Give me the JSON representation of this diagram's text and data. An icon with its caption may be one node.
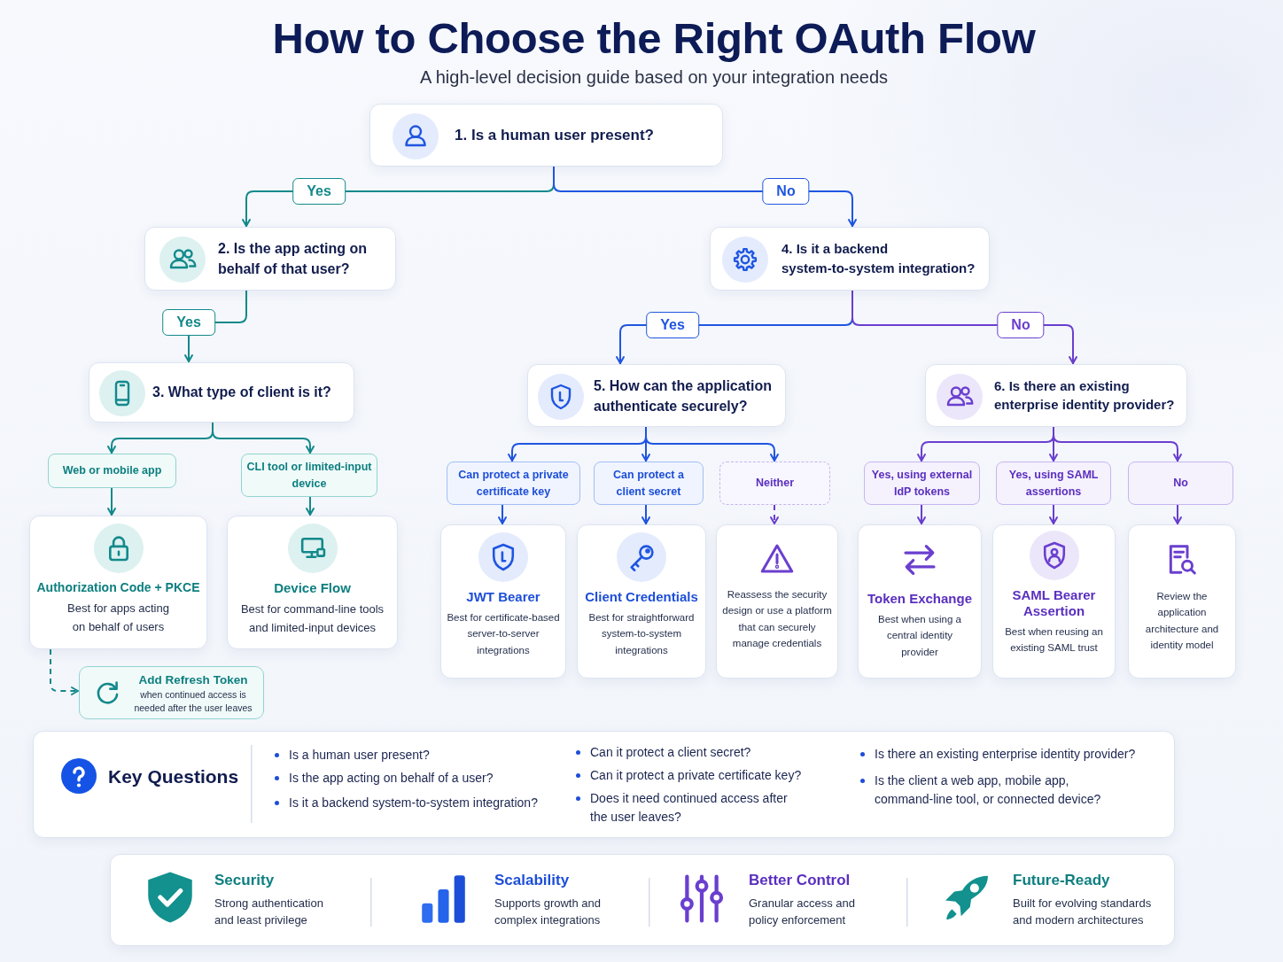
{
  "diagram": {
    "title": "How to Choose the Right OAuth Flow",
    "nodes": [
      {
        "text": [
          "1. Is a human user present?"
        ]
      },
      {
        "text": [
          "2. Is the app acting on behalf of that user?"
        ]
      },
      {
        "text": [
          "4. Is it a backend system-to-system integration?"
        ]
      },
      {
        "text": [
          "3. What type of client is it?"
        ]
      },
      {
        "text": [
          "5. How can the application authenticate securely?"
        ]
      },
      {
        "text": [
          "6. Is there an existing enterprise identity provider?"
        ]
      },
      {
        "text": [
          "Web or mobile app"
        ]
      },
      {
        "text": [
          "CLI tool or limited-input device"
        ]
      },
      {
        "text": [
          "Can protect a private certificate key"
        ]
      },
      {
        "text": [
          "Can protect a client secret"
        ]
      },
      {
        "text": [
          "Neither"
        ]
      },
      {
        "text": [
          "Yes, using external IdP tokens"
        ]
      },
      {
        "text": [
          "Yes, using SAML assertions"
        ]
      },
      {
        "text": [
          "No"
        ]
      },
      {
        "text": [
          "Authorization Code + PKCE",
          "Best for apps acting on behalf of users"
        ]
      },
      {
        "text": [
          "Device Flow",
          "Best for command-line tools and limited-input devices"
        ]
      },
      {
        "text": [
          "JWT Bearer",
          "Best for certificate-based server-to-server integrations"
        ]
      },
      {
        "text": [
          "Client Credentials",
          "Best for straightforward system-to-system integrations"
        ]
      },
      {
        "text": [
          "Reassess the security design or use a platform that can securely manage credentials"
        ]
      },
      {
        "text": [
          "Token Exchange",
          "Best when using a central identity provider"
        ]
      },
      {
        "text": [
          "SAML Bearer Assertion",
          "Best when reusing an existing SAML trust"
        ]
      },
      {
        "text": [
          "Review the application architecture and identity model"
        ]
      },
      {
        "text": [
          "Add Refresh Token",
          "when continued access is needed after the user leaves"
        ]
      },
      {
        "text": [
          "Key Questions",
          "Is a human user present?",
          "Is the app acting on behalf of a user?",
          "Is it a backend system-to-system integration?",
          "Can it protect a client secret?",
          "Can it protect a private certificate key?",
          "Does it need continued access after the user leaves?",
          "Is there an existing enterprise identity provider?",
          "Is the client a web app, mobile app, command-line tool, or connected device?"
        ]
      },
      {
        "text": [
          "Security",
          "Strong authentication and least privilege",
          "Scalability",
          "Supports growth and complex integrations",
          "Better Control",
          "Granular access and policy enforcement",
          "Future-Ready",
          "Built for evolving standards and modern architectures"
        ]
      }
    ],
    "edges": [
      {
        "from": 0,
        "to": 1,
        "arrow": "to",
        "label": "Yes",
        "color": "#13898b"
      },
      {
        "from": 0,
        "to": 2,
        "arrow": "to",
        "label": "No",
        "color": "#1f55e0"
      },
      {
        "from": 1,
        "to": 3,
        "arrow": "to",
        "label": "Yes",
        "color": "#13898b"
      },
      {
        "from": 2,
        "to": 4,
        "arrow": "to",
        "label": "Yes",
        "color": "#1f55e0"
      },
      {
        "from": 2,
        "to": 5,
        "arrow": "to",
        "label": "No",
        "color": "#6a3fcf"
      },
      {
        "from": 3,
        "to": 6,
        "arrow": "to",
        "color": "#13898b"
      },
      {
        "from": 3,
        "to": 7,
        "arrow": "to",
        "color": "#13898b"
      },
      {
        "from": 6,
        "to": 14,
        "arrow": "to",
        "color": "#13898b"
      },
      {
        "from": 7,
        "to": 15,
        "arrow": "to",
        "color": "#13898b"
      },
      {
        "from": 14,
        "to": 22,
        "arrow": "to",
        "style": "dashed",
        "color": "#13898b"
      },
      {
        "from": 4,
        "to": 8,
        "arrow": "to",
        "color": "#1f55e0"
      },
      {
        "from": 4,
        "to": 9,
        "arrow": "to",
        "color": "#1f55e0"
      },
      {
        "from": 4,
        "to": 10,
        "arrow": "to",
        "color": "#1f55e0"
      },
      {
        "from": 8,
        "to": 16,
        "arrow": "to",
        "color": "#1f55e0"
      },
      {
        "from": 9,
        "to": 17,
        "arrow": "to",
        "color": "#1f55e0"
      },
      {
        "from": 10,
        "to": 18,
        "arrow": "to",
        "style": "dashed",
        "color": "#6a3fcf"
      },
      {
        "from": 5,
        "to": 11,
        "arrow": "to",
        "color": "#6a3fcf"
      },
      {
        "from": 5,
        "to": 12,
        "arrow": "to",
        "color": "#6a3fcf"
      },
      {
        "from": 5,
        "to": 13,
        "arrow": "to",
        "color": "#6a3fcf"
      },
      {
        "from": 11,
        "to": 19,
        "arrow": "to",
        "color": "#6a3fcf"
      },
      {
        "from": 12,
        "to": 20,
        "arrow": "to",
        "color": "#6a3fcf"
      },
      {
        "from": 13,
        "to": 21,
        "arrow": "to",
        "color": "#6a3fcf"
      }
    ],
    "labels": [
      "A high-level decision guide based on your integration needs"
    ]
  }
}
